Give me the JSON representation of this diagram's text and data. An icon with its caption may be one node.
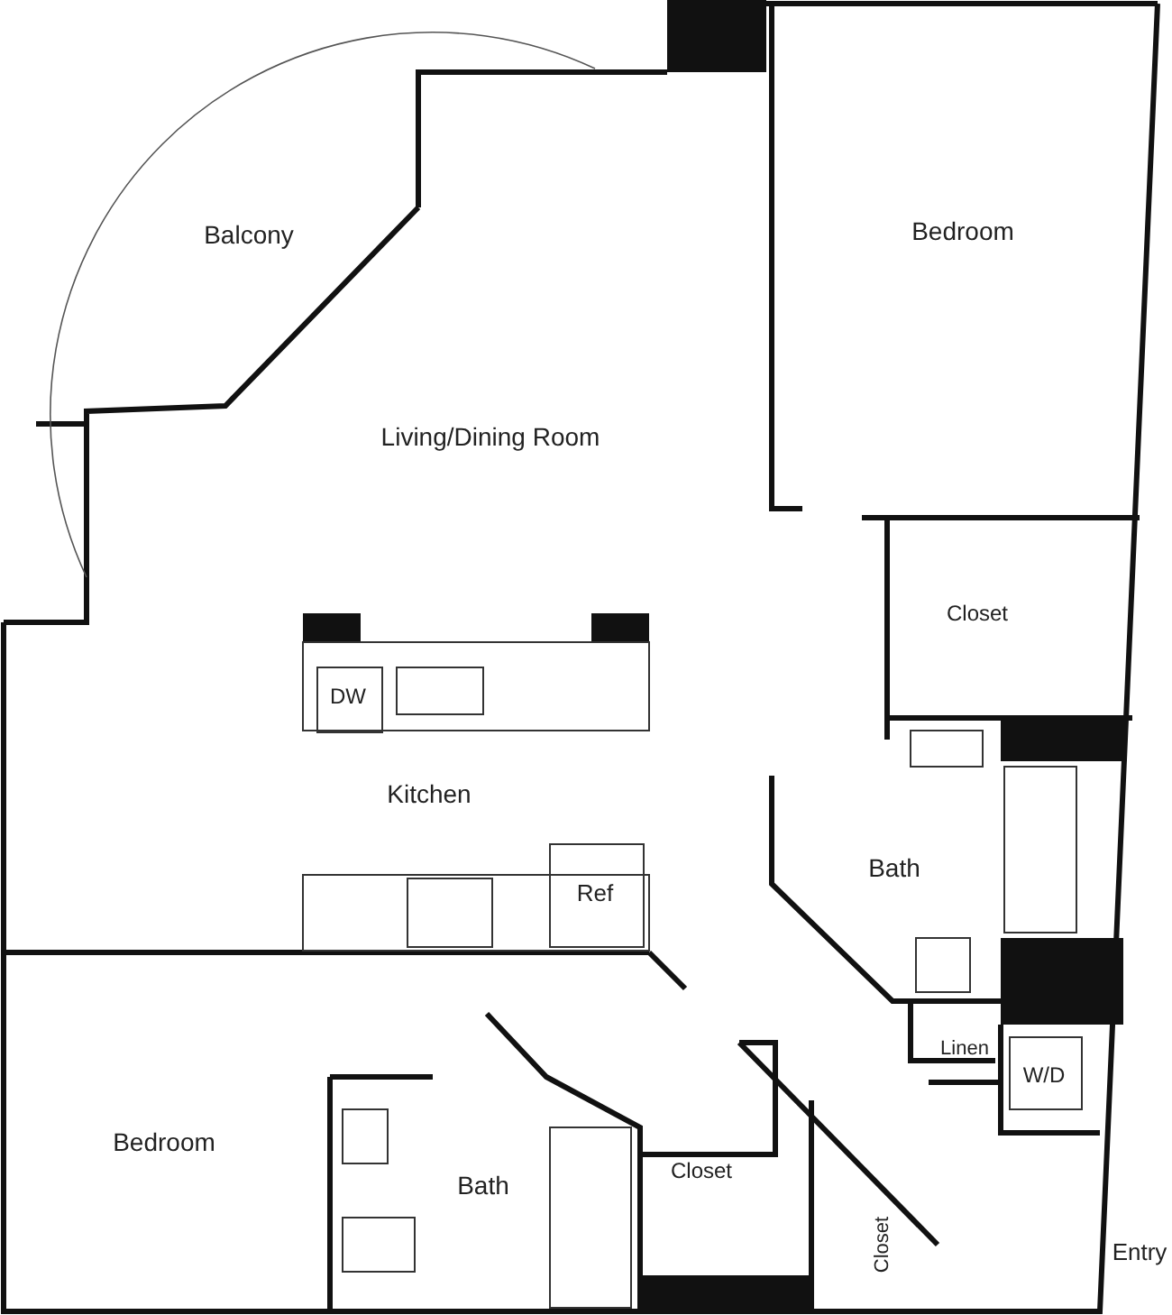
{
  "diagram": {
    "labels": [
      "Balcony",
      "Bedroom",
      "Living/Dining Room",
      "Closet",
      "DW",
      "Kitchen",
      "Ref",
      "Bath",
      "Linen",
      "W/D",
      "Bedroom",
      "Bath",
      "Closet",
      "Closet",
      "Entry"
    ]
  }
}
